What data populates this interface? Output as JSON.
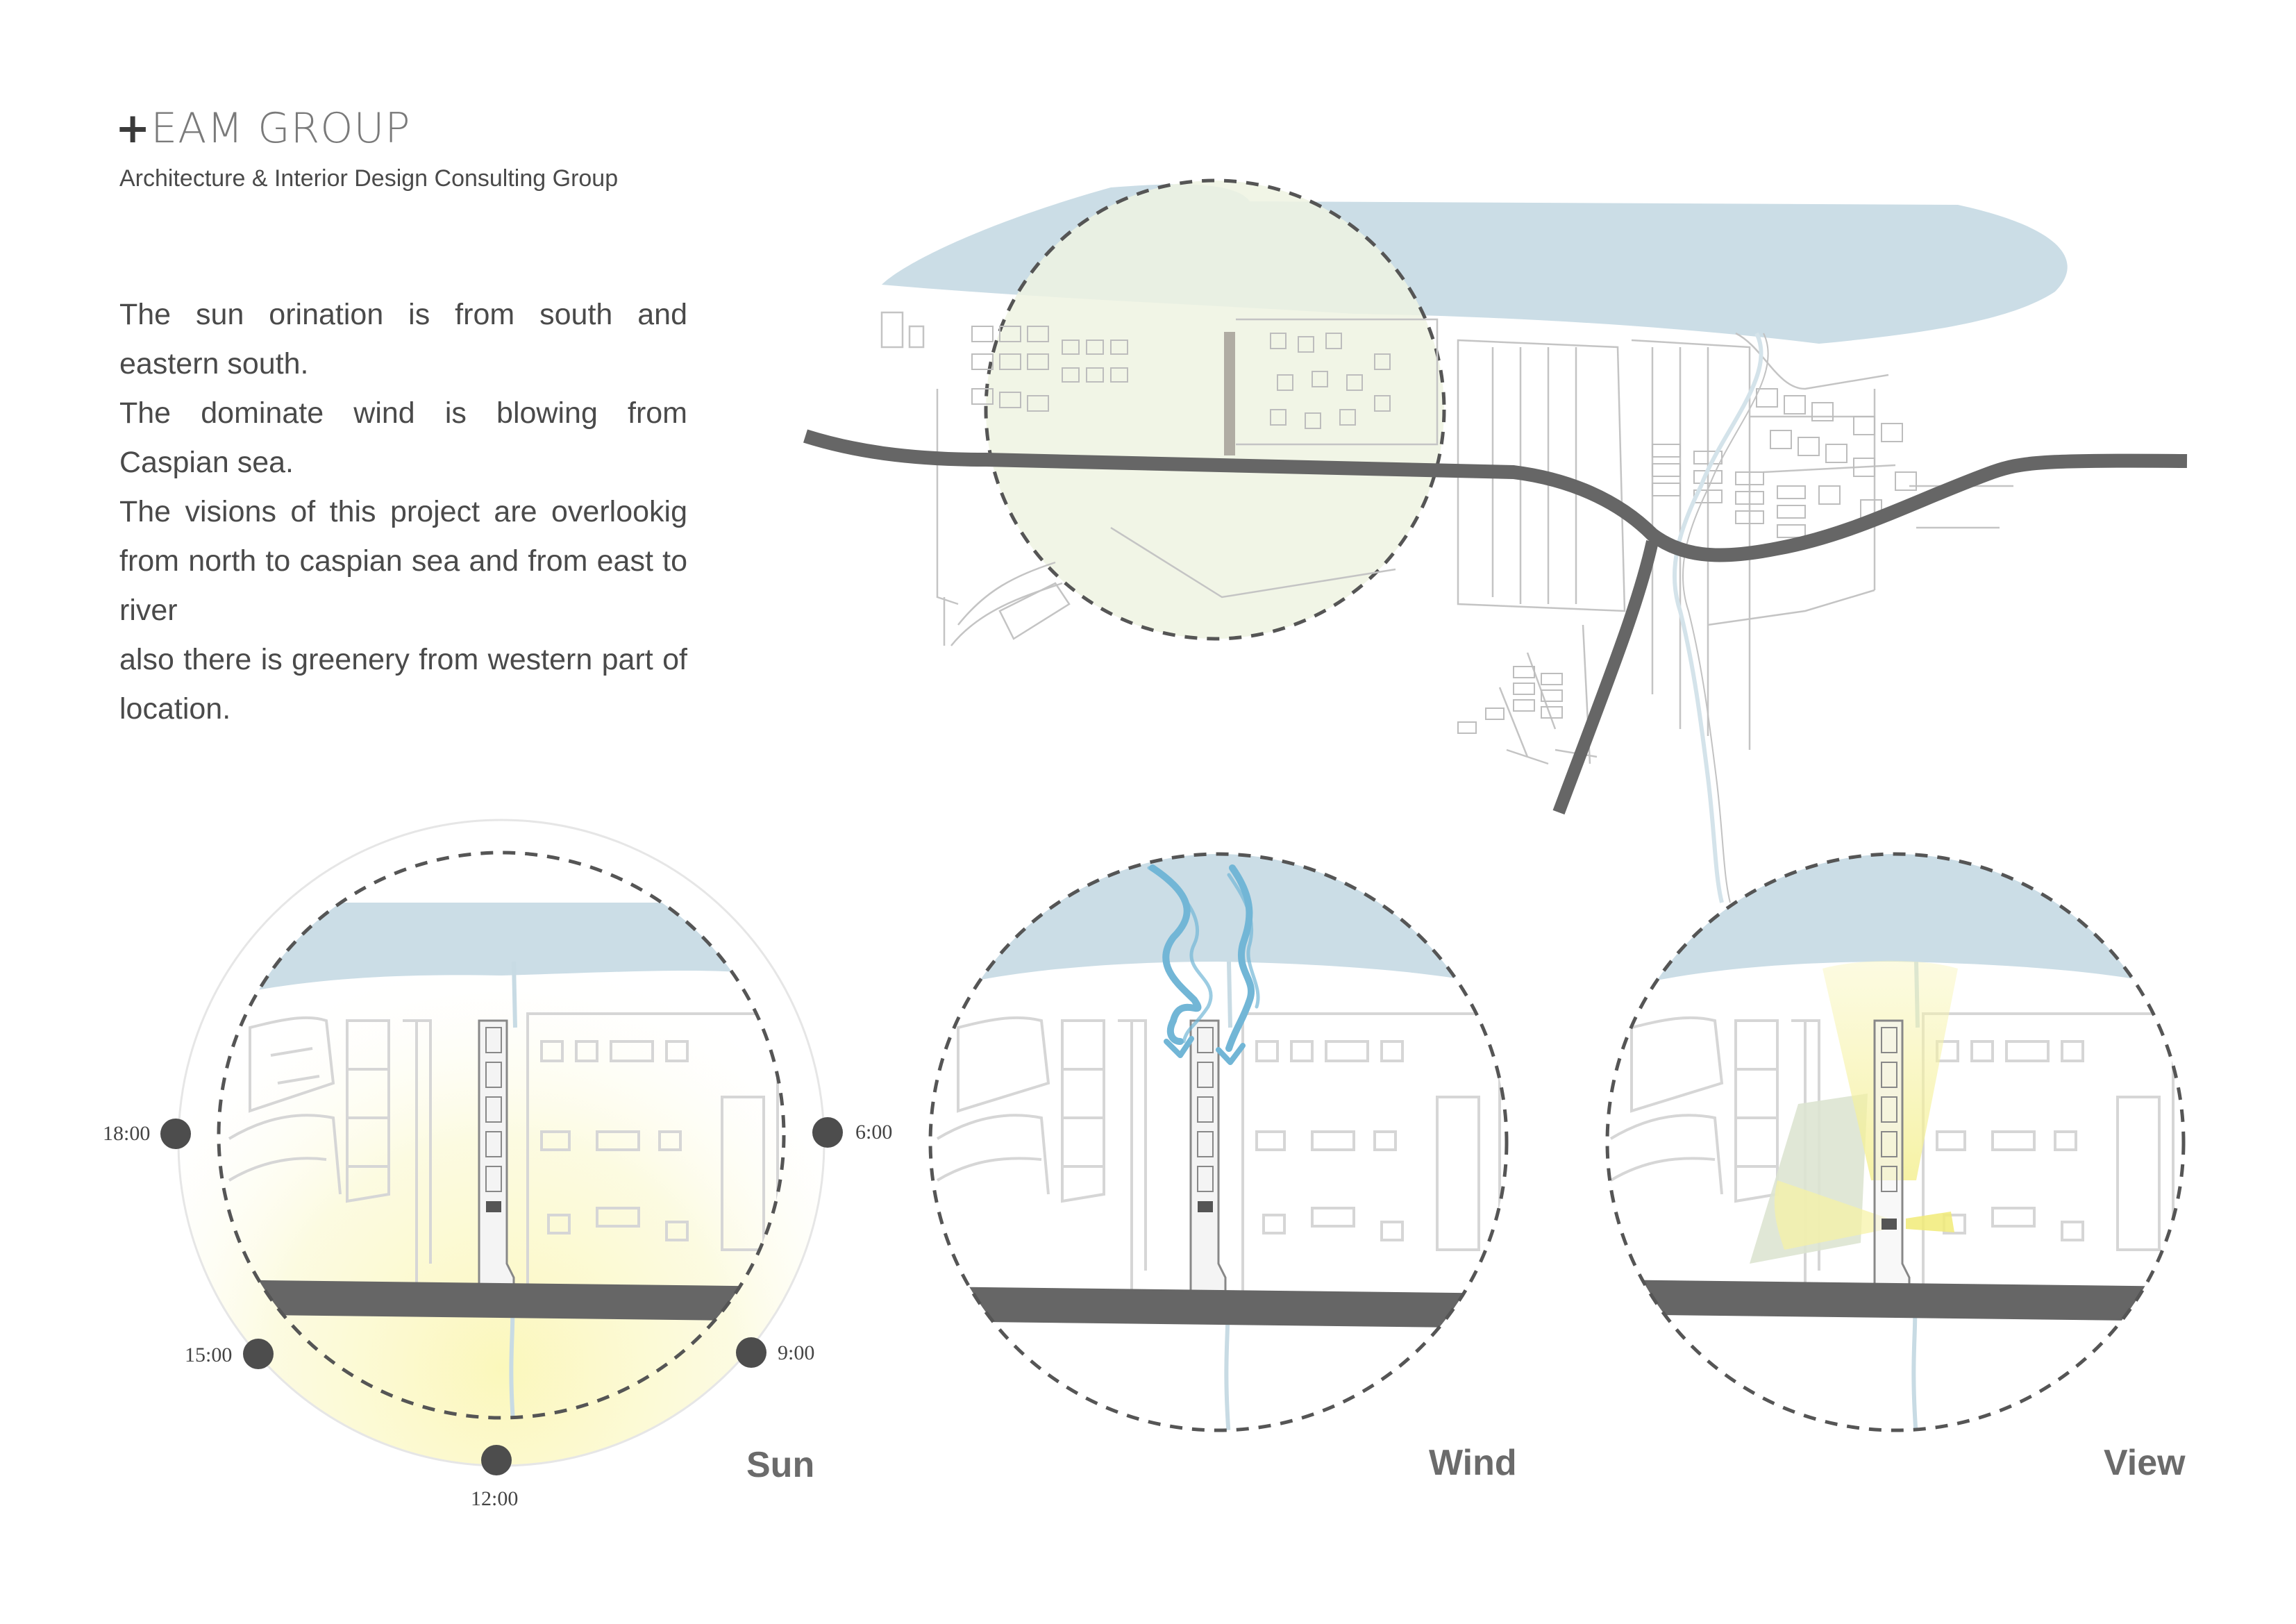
{
  "header": {
    "brand_mark": "+",
    "brand_name": "EAM GROUP",
    "tagline": "Architecture & Interior Design Consulting Group"
  },
  "description": [
    "The sun orination is from south and eastern south.",
    "The dominate wind is blowing from Caspian sea.",
    "The visions of this project are overlookig from north to caspian sea and from east to river",
    "also there is greenery from western part of location."
  ],
  "diagrams": {
    "sun_label": "Sun",
    "wind_label": "Wind",
    "view_label": "View"
  },
  "sun_times": [
    "6:00",
    "9:00",
    "12:00",
    "15:00",
    "18:00"
  ],
  "colors": {
    "sea": "#cbdde6",
    "road": "#666666",
    "site_highlight": "#eef3e2",
    "sun_glow": "#fbf9cf",
    "wind_arrow": "#72b6d6",
    "view_cone": "#f6f2a3",
    "greenery": "#dde4d2",
    "dashed_circle": "#555555"
  },
  "icons": {
    "wind": "curved-arrow-icon",
    "sun_marker": "dot-icon"
  }
}
